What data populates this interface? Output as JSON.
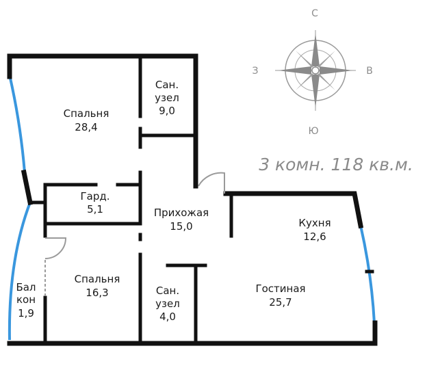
{
  "summary": "3 комн. 118 кв.м.",
  "compass": {
    "north": "С",
    "south": "Ю",
    "west": "З",
    "east": "В"
  },
  "rooms": [
    {
      "name": "Спальня",
      "area": "28,4"
    },
    {
      "name_line1": "Сан.",
      "name_line2": "узел",
      "area": "9,0"
    },
    {
      "name": "Гард.",
      "area": "5,1"
    },
    {
      "name": "Прихожая",
      "area": "15,0"
    },
    {
      "name": "Кухня",
      "area": "12,6"
    },
    {
      "name": "Спальня",
      "area": "16,3"
    },
    {
      "name_line1": "Сан.",
      "name_line2": "узел",
      "area": "4,0"
    },
    {
      "name": "Гостиная",
      "area": "25,7"
    },
    {
      "name_line1": "Бал",
      "name_line2": "кон",
      "area": "1,9"
    }
  ],
  "colors": {
    "wall": "#111111",
    "window": "#3a97de",
    "door": "#9a9a9a",
    "text": "#1a1a1a",
    "summary": "#8a8a8a"
  }
}
